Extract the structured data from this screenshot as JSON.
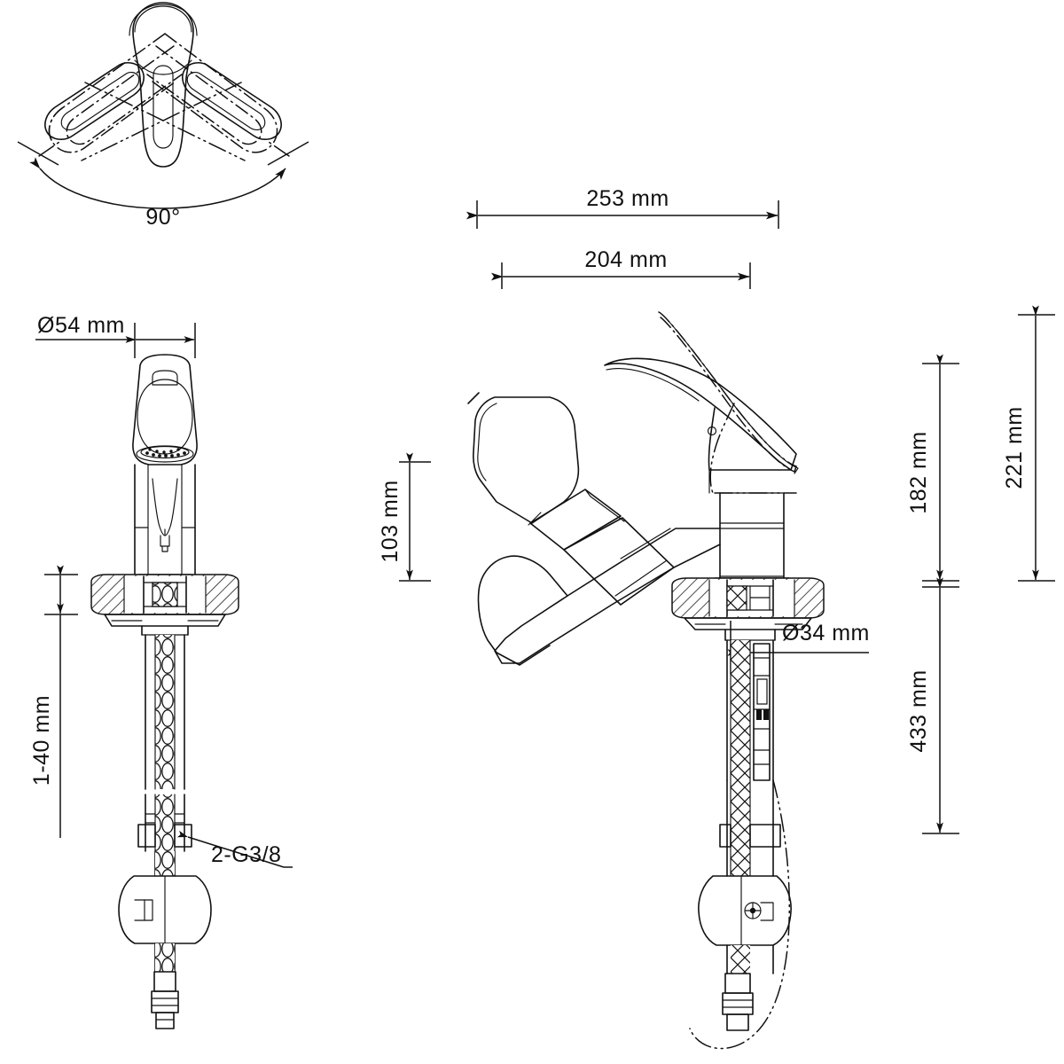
{
  "drawing": {
    "title": "Pull-out kitchen mixer tap dimensional drawing",
    "background_color": "#ffffff",
    "line_color": "#111111",
    "units": "mm",
    "views": [
      {
        "name": "top-view",
        "label": "top view swivel range"
      },
      {
        "name": "front-elevation",
        "label": "front elevation"
      },
      {
        "name": "side-elevation",
        "label": "side elevation"
      }
    ]
  },
  "dimensions": {
    "swivel_angle": "90°",
    "spout_reach_total": "253 mm",
    "spout_reach_inner": "204 mm",
    "spout_height": "103 mm",
    "body_height": "182 mm",
    "overall_height": "221 mm",
    "hose_length": "433 mm",
    "spray_head_diameter": "Ø54 mm",
    "shank_diameter": "Ø34 mm",
    "deck_thickness": "1-40 mm",
    "connection_thread": "2-G3/8"
  },
  "labels": {
    "angle_90": "90°",
    "dia_54": "Ø54 mm",
    "dia_34": "Ø34 mm",
    "deck_range": "1-40 mm",
    "thread": "2-G3/8",
    "len_253": "253 mm",
    "len_204": "204 mm",
    "len_103": "103 mm",
    "len_182": "182 mm",
    "len_221": "221 mm",
    "len_433": "433 mm"
  },
  "brand_mark": {
    "text": ""
  }
}
